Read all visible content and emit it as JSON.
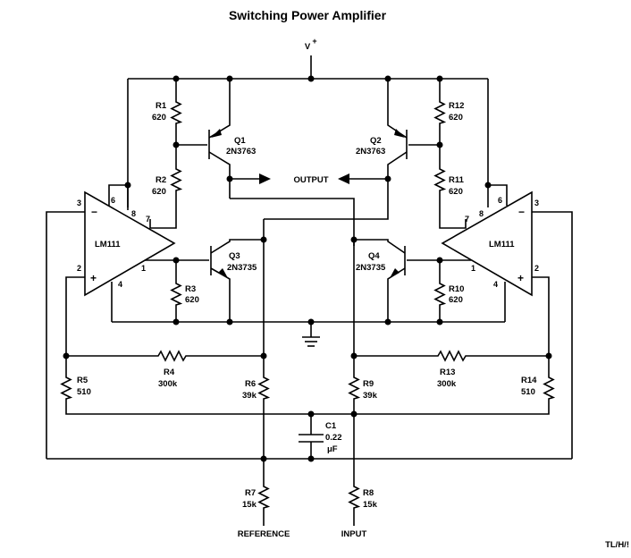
{
  "title": "Switching Power Amplifier",
  "supply": {
    "label": "V",
    "sup": "+"
  },
  "output_label": "OUTPUT",
  "reference_label": "REFERENCE",
  "input_label": "INPUT",
  "corner_code": "TL/H/!",
  "opamps": {
    "left": {
      "name": "LM111",
      "pins": [
        "3",
        "2",
        "6",
        "8",
        "7",
        "1",
        "4"
      ],
      "minus": "−",
      "plus": "+"
    },
    "right": {
      "name": "LM111",
      "pins": [
        "3",
        "2",
        "6",
        "8",
        "7",
        "1",
        "4"
      ],
      "minus": "−",
      "plus": "+"
    }
  },
  "transistors": {
    "q1": {
      "ref": "Q1",
      "part": "2N3763"
    },
    "q2": {
      "ref": "Q2",
      "part": "2N3763"
    },
    "q3": {
      "ref": "Q3",
      "part": "2N3735"
    },
    "q4": {
      "ref": "Q4",
      "part": "2N3735"
    }
  },
  "resistors": {
    "r1": {
      "ref": "R1",
      "value": "620"
    },
    "r2": {
      "ref": "R2",
      "value": "620"
    },
    "r3": {
      "ref": "R3",
      "value": "620"
    },
    "r4": {
      "ref": "R4",
      "value": "300k"
    },
    "r5": {
      "ref": "R5",
      "value": "510"
    },
    "r6": {
      "ref": "R6",
      "value": "39k"
    },
    "r7": {
      "ref": "R7",
      "value": "15k"
    },
    "r8": {
      "ref": "R8",
      "value": "15k"
    },
    "r9": {
      "ref": "R9",
      "value": "39k"
    },
    "r10": {
      "ref": "R10",
      "value": "620"
    },
    "r11": {
      "ref": "R11",
      "value": "620"
    },
    "r12": {
      "ref": "R12",
      "value": "620"
    },
    "r13": {
      "ref": "R13",
      "value": "300k"
    },
    "r14": {
      "ref": "R14",
      "value": "510"
    }
  },
  "capacitor": {
    "ref": "C1",
    "value": "0.22",
    "unit": "μF"
  }
}
